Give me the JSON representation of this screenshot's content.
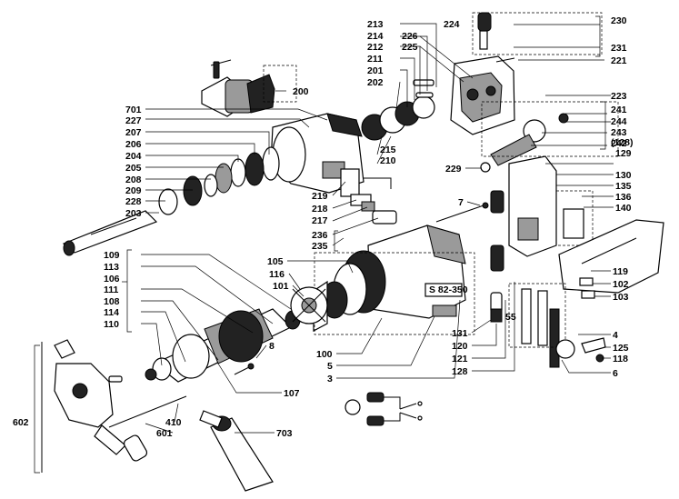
{
  "labels": {
    "l200": "200",
    "l201": "201",
    "l202": "202",
    "l203": "203",
    "l204": "204",
    "l205": "205",
    "l206": "206",
    "l207": "207",
    "l208": "208",
    "l209": "209",
    "l210": "210",
    "l211": "211",
    "l212": "212",
    "l213": "213",
    "l214": "214",
    "l215": "215",
    "l217": "217",
    "l218": "218",
    "l219": "219",
    "l221": "221",
    "l223": "223",
    "l224": "224",
    "l225": "225",
    "l226": "226",
    "l227": "227",
    "l228": "228",
    "l229": "229",
    "l230": "230",
    "l231": "231",
    "l235": "235",
    "l236": "236",
    "l241": "241",
    "l242": "242",
    "l243": "243",
    "l244": "244",
    "l701": "701",
    "l7": "7",
    "l129": "129",
    "l128p": "(128)",
    "l130": "130",
    "l135": "135",
    "l136": "136",
    "l140": "140",
    "l119": "119",
    "l102": "102",
    "l103": "103",
    "l4": "4",
    "l125": "125",
    "l118": "118",
    "l6": "6",
    "l109": "109",
    "l113": "113",
    "l106": "106",
    "l111": "111",
    "l108": "108",
    "l114": "114",
    "l110": "110",
    "l105": "105",
    "l116": "116",
    "l101": "101",
    "l100": "100",
    "l5": "5",
    "l3": "3",
    "l131": "131",
    "l120": "120",
    "l121": "121",
    "l128": "128",
    "l8": "8",
    "l107": "107",
    "l410": "410",
    "l601": "601",
    "l602": "602",
    "l703": "703"
  },
  "plate_text": "S 82-350",
  "brush_text": "55"
}
